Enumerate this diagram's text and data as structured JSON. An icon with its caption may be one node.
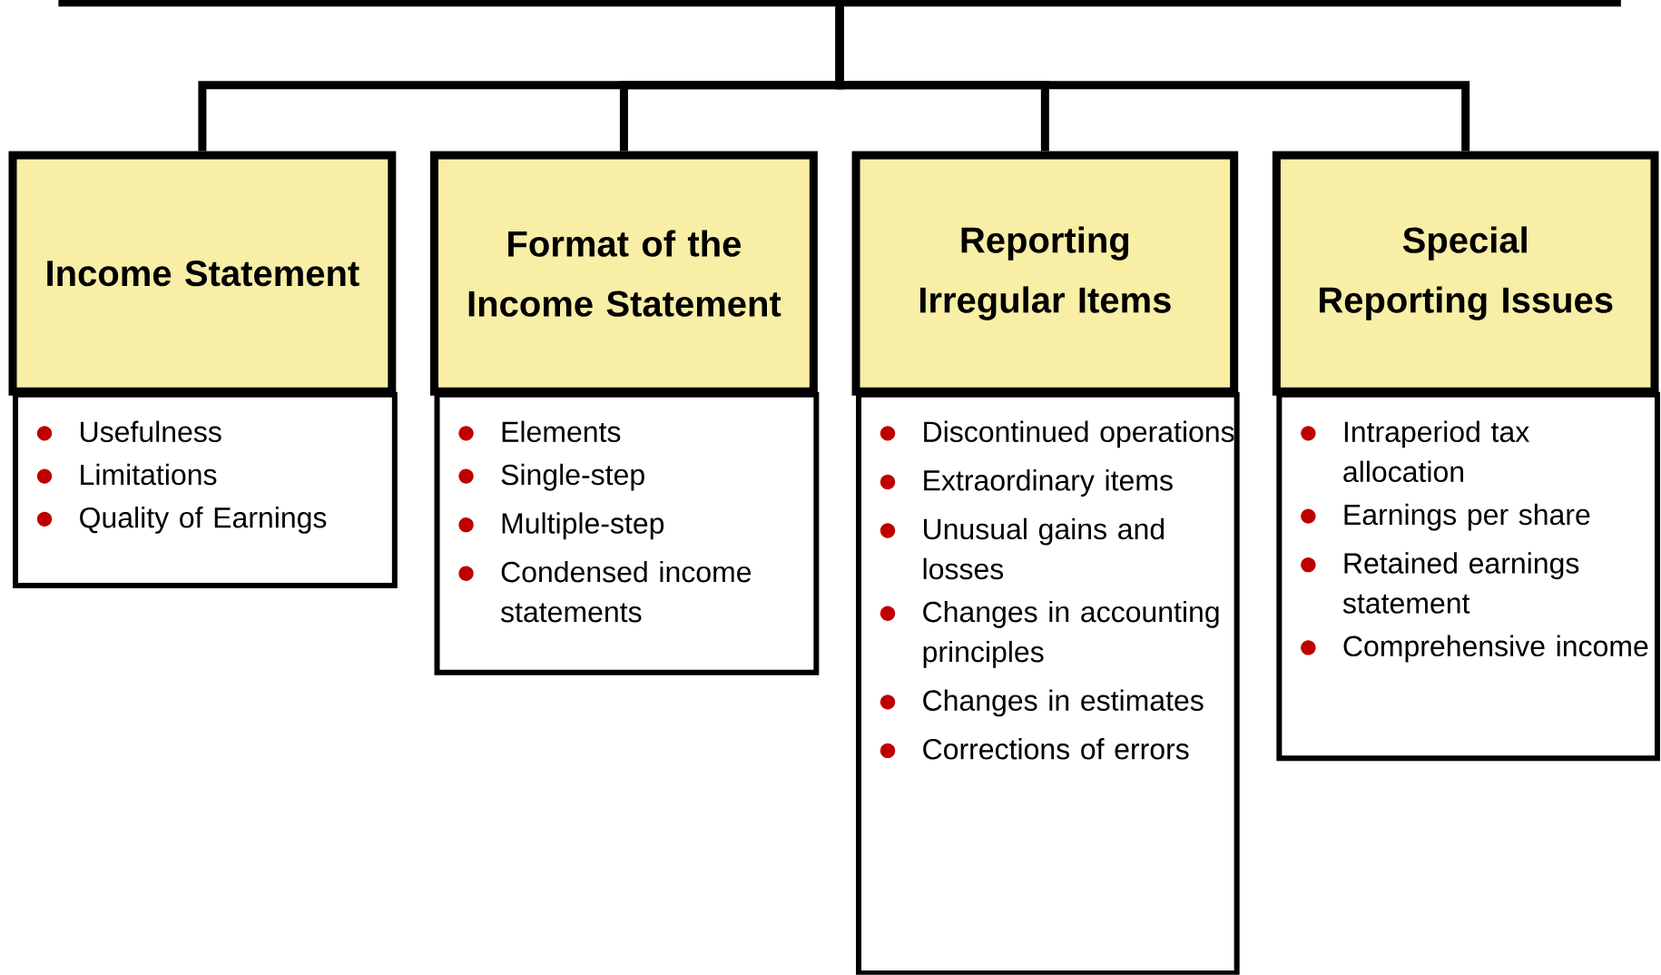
{
  "diagram": {
    "nodes": [
      {
        "text": [],
        "shape": "bar"
      },
      {
        "text": [
          "Income Statement"
        ]
      },
      {
        "text": [
          "Usefulness",
          "Limitations",
          "Quality of Earnings"
        ]
      },
      {
        "text": [
          "Format of the Income Statement"
        ]
      },
      {
        "text": [
          "Elements",
          "Single-step",
          "Multiple-step",
          "Condensed income statements"
        ]
      },
      {
        "text": [
          "Reporting Irregular Items"
        ]
      },
      {
        "text": [
          "Discontinued operations",
          "Extraordinary items",
          "Unusual gains and losses",
          "Changes in accounting principles",
          "Changes in estimates",
          "Corrections of errors"
        ]
      },
      {
        "text": [
          "Special Reporting Issues"
        ]
      },
      {
        "text": [
          "Intraperiod tax allocation",
          "Earnings per share",
          "Retained earnings statement",
          "Comprehensive income"
        ]
      }
    ],
    "edges": [
      {
        "from": 0,
        "to": 1,
        "arrow": "none"
      },
      {
        "from": 0,
        "to": 3,
        "arrow": "none"
      },
      {
        "from": 0,
        "to": 5,
        "arrow": "none"
      },
      {
        "from": 0,
        "to": 7,
        "arrow": "none"
      }
    ]
  }
}
